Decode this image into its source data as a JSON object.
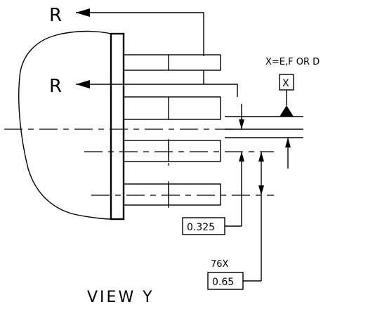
{
  "section_label_top": "R",
  "section_label_bottom": "R",
  "datum_note": "X=E,F OR D",
  "datum_letter": "X",
  "dim_offset": "0.325",
  "pitch_count": "76X",
  "dim_pitch": "0.65",
  "view_title": "VIEW Y"
}
